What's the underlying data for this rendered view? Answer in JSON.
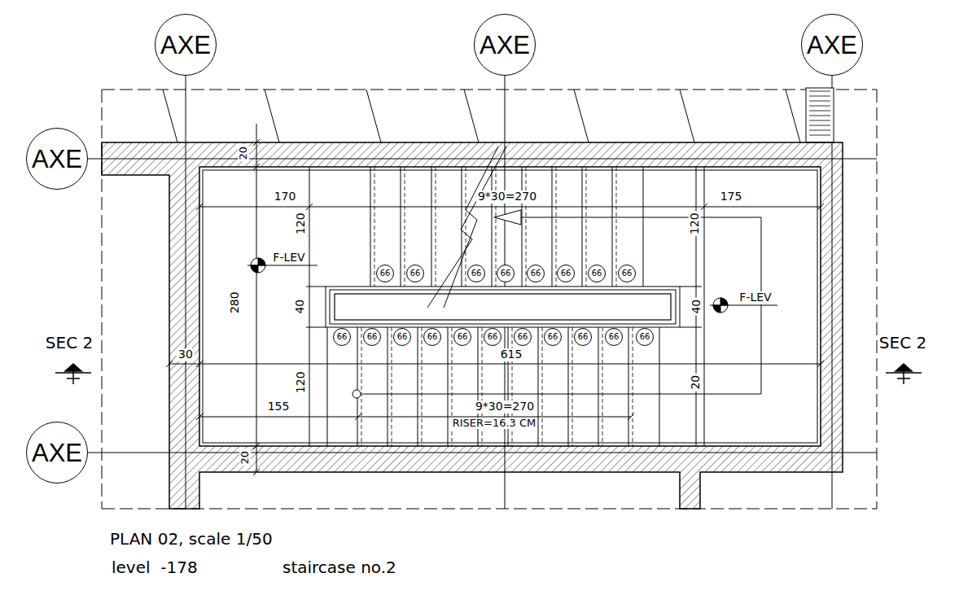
{
  "diagram": {
    "title": "PLAN 02, scale 1/50",
    "nodes": [
      {
        "text": [
          "AXE"
        ]
      },
      {
        "text": [
          "AXE"
        ]
      },
      {
        "text": [
          "AXE"
        ]
      },
      {
        "text": [
          "AXE"
        ]
      },
      {
        "text": [
          "66"
        ]
      },
      {
        "text": [
          "66"
        ]
      },
      {
        "text": [
          "66"
        ]
      },
      {
        "text": [
          "66"
        ]
      },
      {
        "text": [
          "66"
        ]
      },
      {
        "text": [
          "66"
        ]
      },
      {
        "text": [
          "66"
        ]
      },
      {
        "text": [
          "66"
        ]
      },
      {
        "text": [
          "66"
        ]
      },
      {
        "text": [
          "66"
        ]
      },
      {
        "text": [
          "66"
        ]
      },
      {
        "text": [
          "66"
        ]
      },
      {
        "text": [
          "66"
        ]
      },
      {
        "text": [
          "66"
        ]
      },
      {
        "text": [
          "66"
        ]
      },
      {
        "text": [
          "66"
        ]
      },
      {
        "text": [
          "66"
        ]
      },
      {
        "text": [
          "66"
        ]
      },
      {
        "text": [
          "66"
        ]
      },
      {
        "text": [
          "AXE"
        ]
      }
    ],
    "labels": [
      "20",
      "170",
      "9*30=270",
      "175",
      "120",
      "120",
      "F-LEV",
      "280",
      "40",
      "40",
      "F-LEV",
      "SEC 2",
      "SEC 2",
      "30",
      "615",
      "120",
      "20",
      "155",
      "9*30=270",
      "RISER=16.3 CM",
      "20",
      "level  -178",
      "staircase no.2"
    ]
  }
}
